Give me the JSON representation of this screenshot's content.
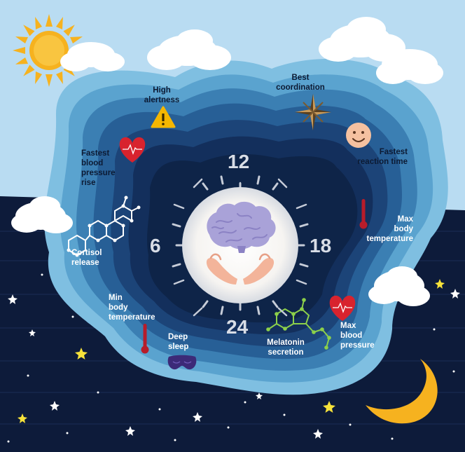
{
  "clock": {
    "top": "12",
    "left": "6",
    "right": "18",
    "bottom": "24"
  },
  "labels": {
    "high_alertness": "High\nalertness",
    "best_coordination": "Best\ncoordination",
    "fastest_reaction": "Fastest\nreaction time",
    "fastest_bp_rise": "Fastest\nblood\npressure\nrise",
    "max_body_temp": "Max\nbody\ntemperature",
    "cortisol_release": "Cortisol\nrelease",
    "max_blood_pressure": "Max\nblood\npressure",
    "min_body_temp": "Min\nbody\ntemperature",
    "deep_sleep": "Deep\nsleep",
    "melatonin_secretion": "Melatonin\nsecretion"
  },
  "icons": [
    "sun-icon",
    "cloud-icon",
    "warning-icon",
    "compass-star-icon",
    "smiley-icon",
    "heart-pulse-icon",
    "thermometer-icon",
    "molecule-icon",
    "brain-icon",
    "hands-icon",
    "sleep-mask-icon",
    "moon-icon",
    "star-icon"
  ],
  "colors": {
    "sky": "#b9dcf2",
    "night": "#0d1b3a",
    "sun": "#f6b21f",
    "moon": "#f6b21f",
    "heart": "#d8232e",
    "warning": "#f5b700",
    "molecule_green": "#8cd04a"
  }
}
